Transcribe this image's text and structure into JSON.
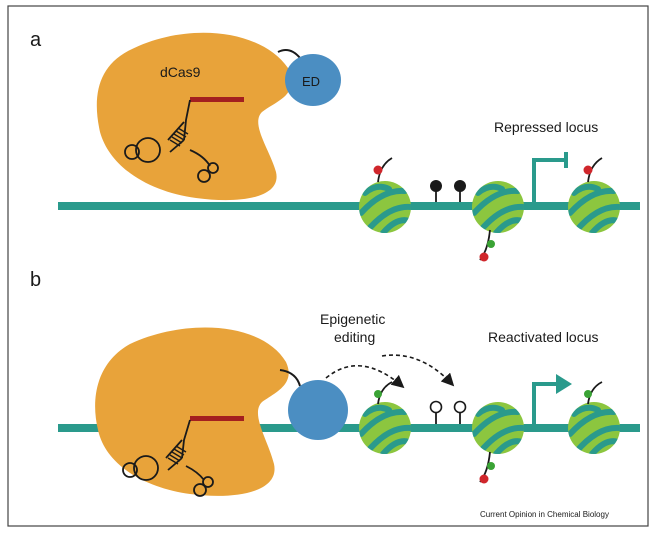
{
  "panel_a": {
    "label": "a",
    "protein_label": "dCas9",
    "effector_label": "ED",
    "locus_label": "Repressed locus"
  },
  "panel_b": {
    "label": "b",
    "editing_label_line1": "Epigenetic",
    "editing_label_line2": "editing",
    "locus_label": "Reactivated locus"
  },
  "credit": "Current Opinion in Chemical Biology",
  "colors": {
    "dna": "#2a9a8c",
    "dcas9": "#e8a33a",
    "effector": "#4b8ec2",
    "nucleosome": "#8cc63f",
    "nucleosome_band": "#2a9a8c",
    "guide_rna": "#a31f1f",
    "mark_red": "#d0262b",
    "mark_green": "#3aa335",
    "methyl": "#1a1a1a"
  },
  "icons": {
    "promoter_repressed": "promoter-blocked-arrow-icon",
    "promoter_active": "promoter-arrow-icon",
    "methyl_filled": "methylated-cpg-icon",
    "methyl_open": "unmethylated-cpg-icon"
  }
}
